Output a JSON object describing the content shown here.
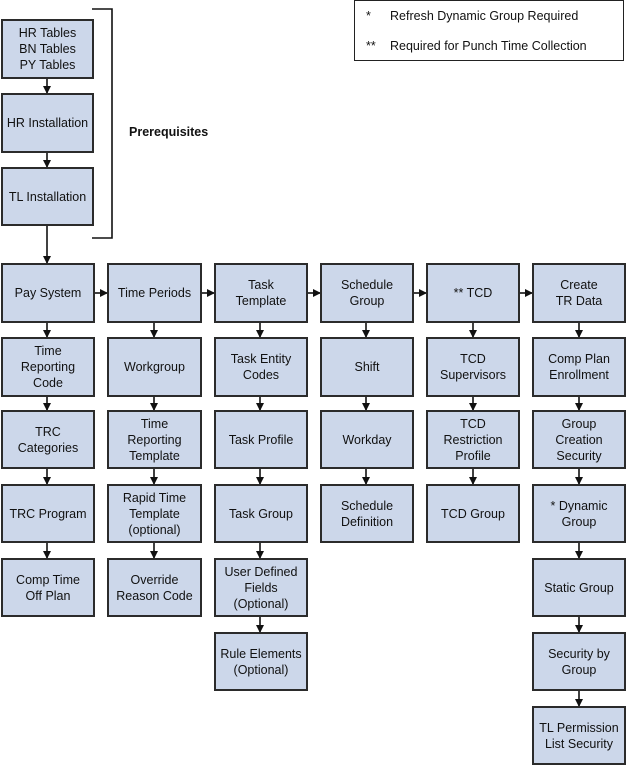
{
  "legend": {
    "items": [
      {
        "symbol": "*",
        "text": "Refresh Dynamic Group Required"
      },
      {
        "symbol": "**",
        "text": "Required for Punch Time Collection"
      }
    ]
  },
  "prerequisites_label": "Prerequisites",
  "nodes": {
    "hr_tables": [
      "HR Tables",
      "BN Tables",
      "PY Tables"
    ],
    "hr_installation": [
      "HR Installation"
    ],
    "tl_installation": [
      "TL Installation"
    ],
    "pay_system": [
      "Pay System"
    ],
    "time_reporting_code": [
      "Time",
      "Reporting",
      "Code"
    ],
    "trc_categories": [
      "TRC",
      "Categories"
    ],
    "trc_program": [
      "TRC Program"
    ],
    "comp_time_off_plan": [
      "Comp Time",
      "Off Plan"
    ],
    "time_periods": [
      "Time Periods"
    ],
    "workgroup": [
      "Workgroup"
    ],
    "time_reporting_template": [
      "Time",
      "Reporting",
      "Template"
    ],
    "rapid_time_template": [
      "Rapid Time",
      "Template",
      "(optional)"
    ],
    "override_reason_code": [
      "Override",
      "Reason Code"
    ],
    "task_template": [
      "Task",
      "Template"
    ],
    "task_entity_codes": [
      "Task Entity",
      "Codes"
    ],
    "task_profile": [
      "Task Profile"
    ],
    "task_group": [
      "Task Group"
    ],
    "user_defined_fields": [
      "User Defined",
      "Fields",
      "(Optional)"
    ],
    "rule_elements": [
      "Rule Elements",
      "(Optional)"
    ],
    "schedule_group": [
      "Schedule",
      "Group"
    ],
    "shift": [
      "Shift"
    ],
    "workday": [
      "Workday"
    ],
    "schedule_definition": [
      "Schedule",
      "Definition"
    ],
    "tcd": [
      "** TCD"
    ],
    "tcd_supervisors": [
      "TCD",
      "Supervisors"
    ],
    "tcd_restriction_profile": [
      "TCD",
      "Restriction",
      "Profile"
    ],
    "tcd_group": [
      "TCD Group"
    ],
    "create_tr_data": [
      "Create",
      "TR Data"
    ],
    "comp_plan_enrollment": [
      "Comp Plan",
      "Enrollment"
    ],
    "group_creation_security": [
      "Group",
      "Creation",
      "Security"
    ],
    "dynamic_group": [
      "* Dynamic",
      "Group"
    ],
    "static_group": [
      "Static Group"
    ],
    "security_by_group": [
      "Security by",
      "Group"
    ],
    "tl_permission_list_security": [
      "TL Permission",
      "List Security"
    ]
  }
}
